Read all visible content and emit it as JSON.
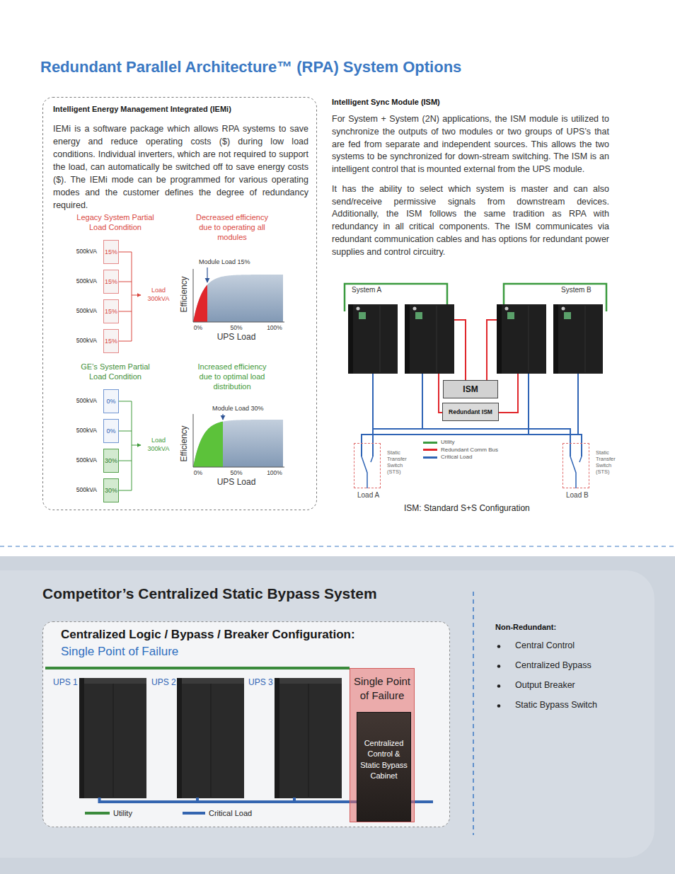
{
  "diagram": {
    "title": "Redundant Parallel Architecture™ (RPA) System Options",
    "caption": "ISM: Standard S+S Configuration",
    "nodes": [
      {
        "text": [
          "Intelligent Energy Management Integrated (IEMi)",
          "IEMi is a software package which allows RPA systems to save energy and reduce operating costs ($) during low load conditions. Individual inverters, which are not required to support the load, can automatically be switched off to save energy costs ($). The IEMi mode can be programmed for various operating modes and the customer defines the degree of redundancy required."
        ]
      },
      {
        "text": [
          "500kVA",
          "15%"
        ],
        "in": 0
      },
      {
        "text": [
          "500kVA",
          "15%"
        ],
        "in": 0
      },
      {
        "text": [
          "500kVA",
          "15%"
        ],
        "in": 0
      },
      {
        "text": [
          "500kVA",
          "15%"
        ],
        "in": 0
      },
      {
        "text": [
          "500kVA",
          "0%"
        ],
        "in": 0
      },
      {
        "text": [
          "500kVA",
          "0%"
        ],
        "in": 0
      },
      {
        "text": [
          "500kVA",
          "30%"
        ],
        "in": 0
      },
      {
        "text": [
          "500kVA",
          "30%"
        ],
        "in": 0
      },
      {
        "text": [
          "ISM"
        ]
      },
      {
        "text": [
          "Redundant ISM"
        ]
      },
      {
        "text": [
          "Static Transfer Switch (STS)"
        ]
      },
      {
        "text": [
          "Static Transfer Switch (STS)"
        ]
      },
      {
        "text": [
          "Competitor’s Centralized Static Bypass System"
        ]
      },
      {
        "text": [
          "Centralized Logic / Bypass / Breaker Configuration:",
          "Single Point of Failure"
        ],
        "in": 13
      },
      {
        "text": [
          "UPS 1"
        ],
        "in": 14
      },
      {
        "text": [
          "UPS 2"
        ],
        "in": 14
      },
      {
        "text": [
          "UPS 3"
        ],
        "in": 14
      },
      {
        "text": [
          "Single Point of Failure"
        ],
        "in": 14
      },
      {
        "text": [
          "Centralized Control & Static Bypass Cabinet"
        ],
        "in": 18
      }
    ],
    "edges": [
      {
        "from": 15,
        "to": 19,
        "arrow": "none"
      },
      {
        "from": 16,
        "to": 19,
        "arrow": "none"
      },
      {
        "from": 17,
        "to": 19,
        "arrow": "none"
      }
    ],
    "labels": [
      "Legacy System Partial Load Condition",
      "Decreased efficiency due to operating all modules",
      "Load 300kVA",
      "Module Load 15%",
      "Efficiency",
      "0%",
      "50%",
      "100%",
      "UPS Load",
      "GE’s System Partial Load Condition",
      "Increased efficiency due to optimal load distribution",
      "Load 300kVA",
      "Module Load 30%",
      "Efficiency",
      "0%",
      "50%",
      "100%",
      "UPS Load",
      "Intelligent Sync Module (ISM)",
      "For System + System (2N) applications, the ISM module is utilized to synchronize the outputs of two modules or two groups of UPS’s that are fed from separate and independent sources. This allows the two systems to be synchronized for down-stream switching. The ISM is an intelligent control that is mounted external from the UPS module.",
      "It has the ability to select which system is master and can also send/receive permissive signals from downstream devices. Additionally, the ISM follows the same tradition as RPA with redundancy in all critical components. The ISM communicates via redundant communication cables and has options for redundant power supplies and control circuitry.",
      "System A",
      "System B",
      "Load A",
      "Load B",
      "Non-Redundant:",
      "Central Control",
      "Centralized Bypass",
      "Output Breaker",
      "Static Bypass Switch"
    ],
    "legend": [
      {
        "text": "Utility",
        "color": "#3a9a3e"
      },
      {
        "text": "Redundant Comm Bus",
        "color": "#e0262b"
      },
      {
        "text": "Critical Load",
        "color": "#2f64b5"
      },
      {
        "text": "Utility",
        "color": "#3a8a3c"
      },
      {
        "text": "Critical Load",
        "color": "#3465b0"
      }
    ]
  }
}
